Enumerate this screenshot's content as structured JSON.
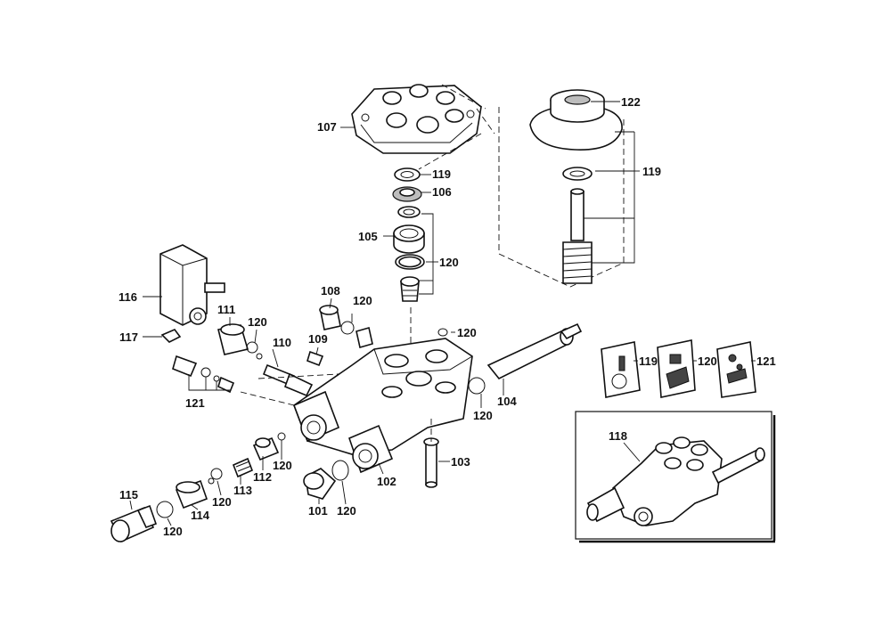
{
  "labels": {
    "p107": "107",
    "p122": "122",
    "p119a": "119",
    "p106": "106",
    "p119b": "119",
    "p105": "105",
    "p120a": "120",
    "p116": "116",
    "p108": "108",
    "p120b": "120",
    "p111": "111",
    "p120c": "120",
    "p117": "117",
    "p109": "109",
    "p120d": "120",
    "p110": "110",
    "p121a": "121",
    "p119c": "119",
    "p120e": "120",
    "p121b": "121",
    "p104": "104",
    "p120f": "120",
    "p118": "118",
    "p120g": "120",
    "p103": "103",
    "p112": "112",
    "p113": "113",
    "p102": "102",
    "p115": "115",
    "p120h": "120",
    "p114": "114",
    "p101": "101",
    "p120i": "120",
    "p120j": "120"
  }
}
